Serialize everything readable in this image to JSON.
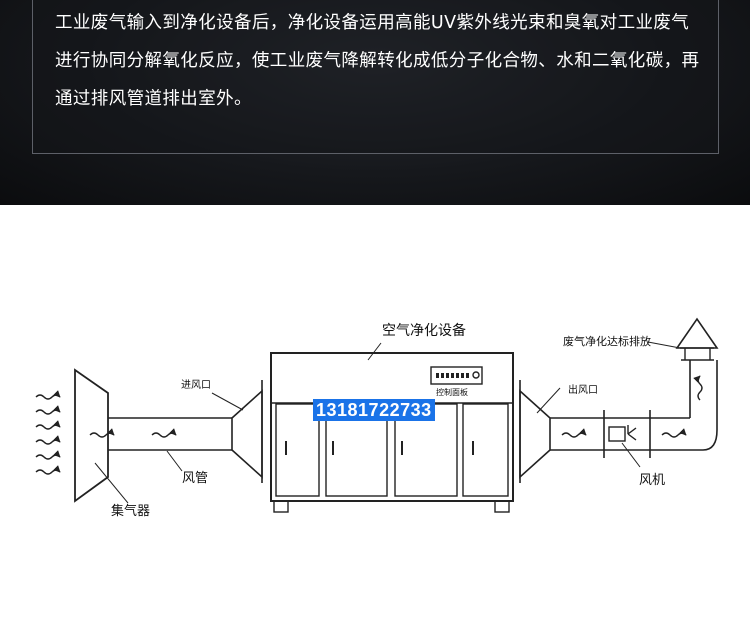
{
  "description": "工业废气输入到净化设备后，净化设备运用高能UV紫外线光束和臭氧对工业废气进行协同分解氧化反应，使工业废气降解转化成低分子化合物、水和二氧化碳，再通过排风管道排出室外。",
  "diagram": {
    "device_title": "空气净化设备",
    "inlet_label": "进风口",
    "outlet_label": "出风口",
    "control_panel_label": "控制面板",
    "duct_label": "风管",
    "collector_label": "集气器",
    "fan_label": "风机",
    "exhaust_label": "废气净化达标排放",
    "phone": "13181722733"
  }
}
